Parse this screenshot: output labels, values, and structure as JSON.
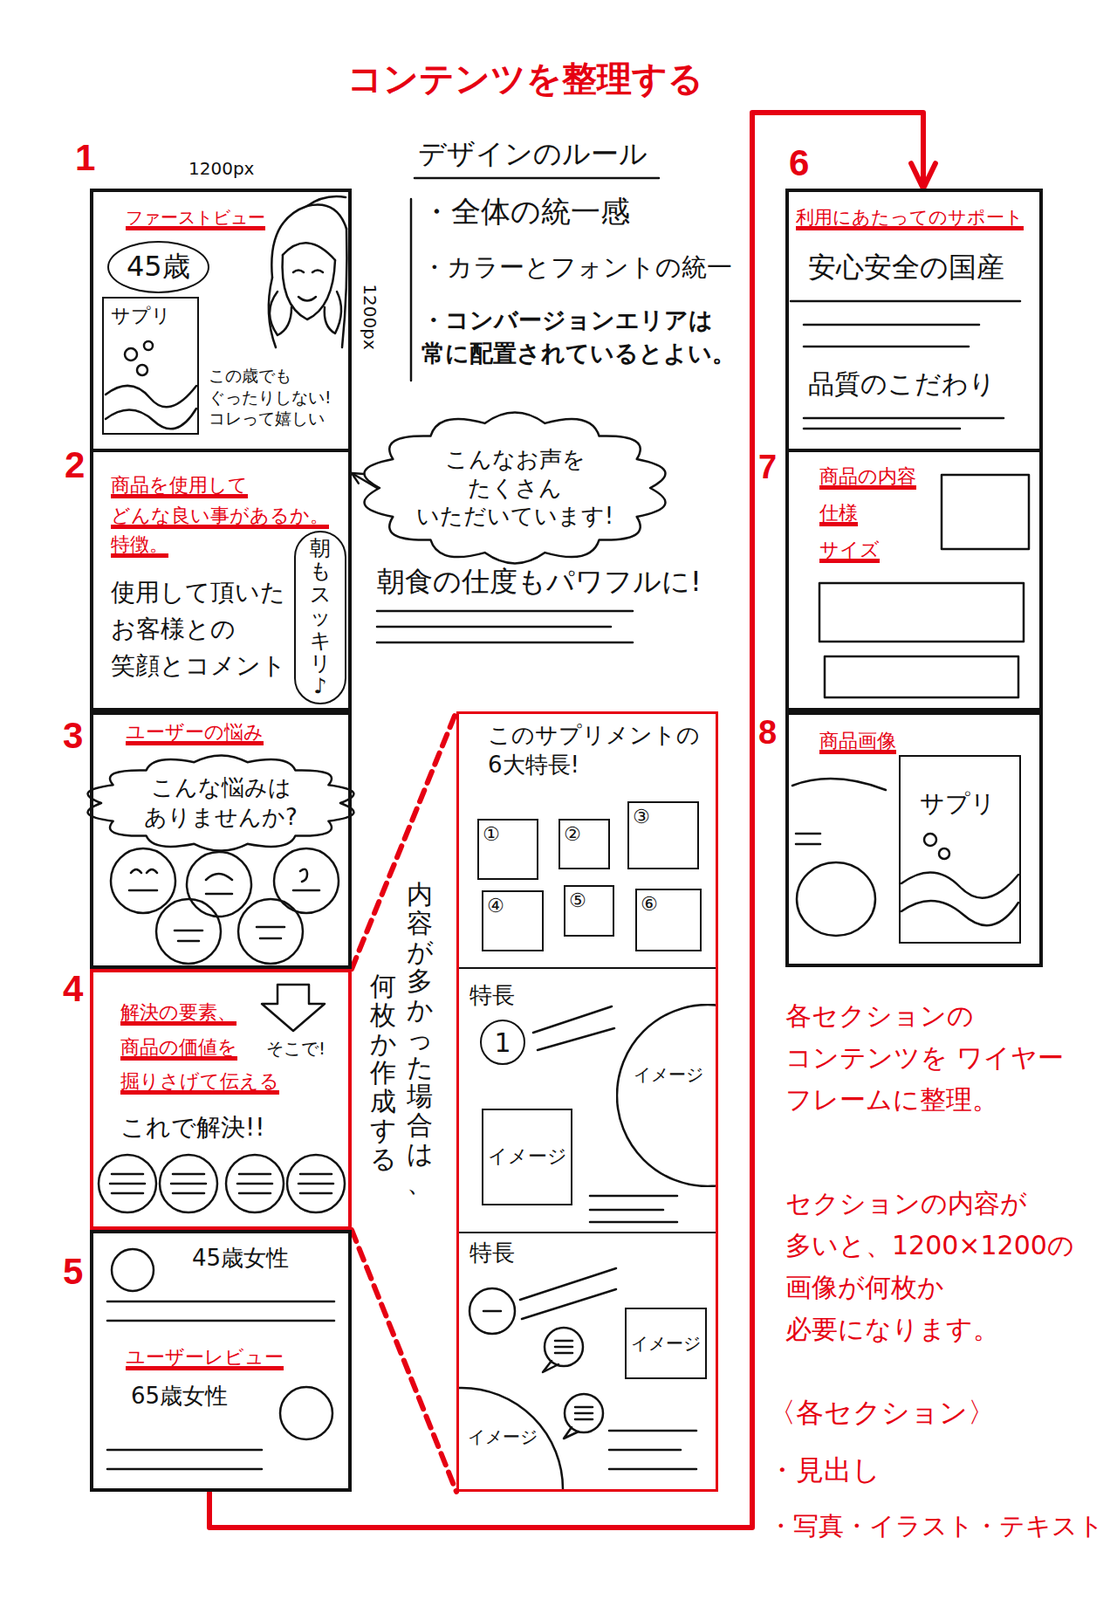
{
  "diagram": {
    "title": "コンテンツを整理する",
    "nodes": [
      {
        "text": [
          "ファーストビュー",
          "この歳でも ぐったりしない! コレって嬉しい"
        ]
      },
      {
        "text": [
          "45歳"
        ],
        "in": 0
      },
      {
        "text": [
          "サプリ"
        ],
        "in": 0
      },
      {
        "text": [
          "商品を使用して どんな良い事があるか。",
          "特徴。",
          "使用して頂いた お客様との 笑顔とコメント"
        ]
      },
      {
        "text": [
          "朝もスッキリ♪"
        ],
        "in": 3
      },
      {
        "text": [
          "ユーザーの悩み"
        ]
      },
      {
        "text": [
          "こんな悩みは ありませんか?"
        ],
        "in": 5
      },
      {
        "text": [
          "解決の要素、 商品の価値を 掘りさげて伝える",
          "そこで!",
          "これで解決!!"
        ]
      },
      {
        "text": [
          "45歳女性",
          "ユーザーレビュー",
          "65歳女性"
        ]
      },
      {
        "text": [
          "こんなお声を たくさん いただいています!"
        ]
      },
      {
        "text": [
          "内容が多かった場合は、",
          "何枚か作成する"
        ]
      },
      {
        "text": [
          "このサプリメントの 6大特長!"
        ],
        "in": 10
      },
      {
        "text": [
          "①"
        ],
        "in": 11
      },
      {
        "text": [
          "②"
        ],
        "in": 11
      },
      {
        "text": [
          "③"
        ],
        "in": 11
      },
      {
        "text": [
          "④"
        ],
        "in": 11
      },
      {
        "text": [
          "⑤"
        ],
        "in": 11
      },
      {
        "text": [
          "⑥"
        ],
        "in": 11
      },
      {
        "text": [
          "特長"
        ],
        "in": 10
      },
      {
        "text": [
          "1"
        ],
        "in": 18
      },
      {
        "text": [
          "イメージ"
        ],
        "in": 18
      },
      {
        "text": [
          "イメージ"
        ],
        "in": 18
      },
      {
        "text": [
          "特長"
        ],
        "in": 10
      },
      {
        "text": [
          "イメージ"
        ],
        "in": 22
      },
      {
        "text": [
          "イメージ"
        ],
        "in": 22
      },
      {
        "text": [
          "利用にあたってのサポート",
          "安心安全の国産",
          "品質のこだわり"
        ]
      },
      {
        "text": [
          "商品の内容",
          "仕様",
          "サイズ"
        ]
      },
      {
        "text": [
          "商品画像"
        ]
      },
      {
        "text": [
          "サプリ"
        ],
        "in": 27
      }
    ],
    "edges": [
      {
        "from": 9,
        "to": 3,
        "arrow": "to"
      },
      {
        "from": 7,
        "to": 10,
        "arrow": "none"
      },
      {
        "from": 8,
        "to": 25,
        "arrow": "to"
      }
    ],
    "labels": [
      "1",
      "1200px",
      "1200px",
      "2",
      "3",
      "4",
      "5",
      "6",
      "7",
      "8",
      "デザインのルール",
      "・全体の統一感",
      "・カラーとフォントの統一",
      "・コンバージョンエリアは 常に配置されているとよい。",
      "朝食の仕度もパワフルに!",
      "各セクションの コンテンツを ワイヤー フレームに整理。",
      "セクションの内容が 多いと、1200×1200の 画像が何枚か 必要になります。",
      "〈各セクション〉",
      "・見出し",
      "・写真・イラスト・テキスト"
    ]
  }
}
